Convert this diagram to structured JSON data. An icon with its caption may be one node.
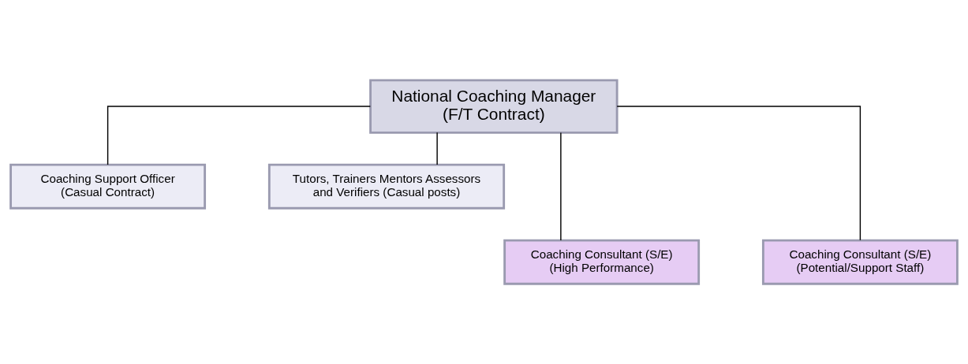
{
  "diagram": {
    "nodes": [
      {
        "text": [
          "National Coaching Manager",
          "(F/T Contract)"
        ]
      },
      {
        "text": [
          "Coaching Support Officer",
          "(Casual Contract)"
        ]
      },
      {
        "text": [
          "Tutors, Trainers Mentors Assessors and Verifiers (Casual posts)"
        ]
      },
      {
        "text": [
          "Coaching Consultant (S/E)",
          "(High Performance)"
        ]
      },
      {
        "text": [
          "Coaching Consultant (S/E)",
          "(Potential/Support Staff)"
        ]
      }
    ],
    "edges": [
      {
        "from": 0,
        "to": 1,
        "arrow": "none"
      },
      {
        "from": 0,
        "to": 2,
        "arrow": "none"
      },
      {
        "from": 0,
        "to": 3,
        "arrow": "none"
      },
      {
        "from": 0,
        "to": 4,
        "arrow": "none"
      }
    ]
  }
}
